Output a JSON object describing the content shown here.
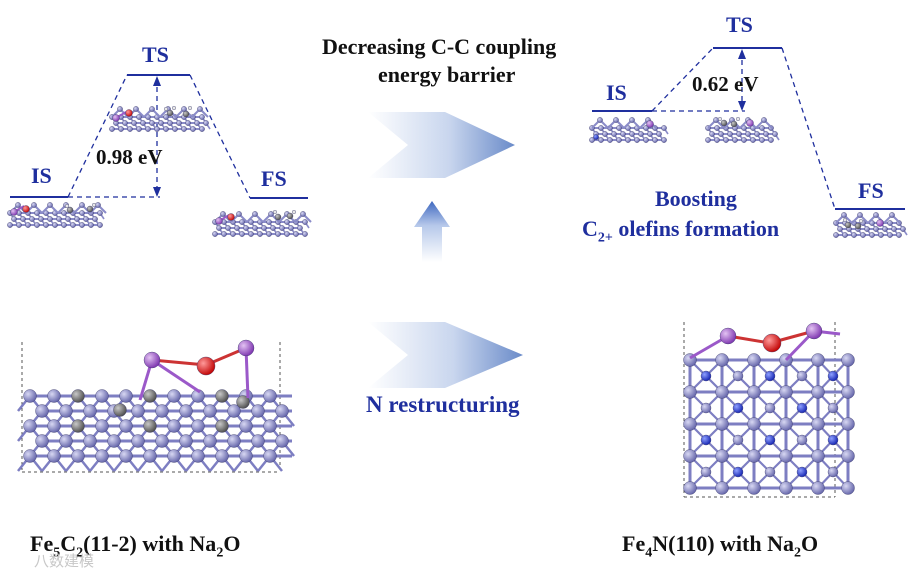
{
  "left_diagram": {
    "is_label": "IS",
    "ts_label": "TS",
    "fs_label": "FS",
    "barrier": "0.98 eV"
  },
  "right_diagram": {
    "is_label": "IS",
    "ts_label": "TS",
    "fs_label": "FS",
    "barrier": "0.62 eV"
  },
  "center": {
    "headline_line1": "Decreasing C-C coupling",
    "headline_line2": "energy barrier",
    "restructuring": "N restructuring",
    "boost_line1": "Boosting",
    "boost_line2_main": "C",
    "boost_line2_sub": "2+",
    "boost_line2_tail": " olefins formation"
  },
  "captions": {
    "left": {
      "a": "Fe",
      "a_sub": "5",
      "b": "C",
      "b_sub": "2",
      "c": "(11-2) with Na",
      "c_sub": "2",
      "d": "O"
    },
    "right": {
      "a": "Fe",
      "a_sub": "4",
      "b": "N(110) with Na",
      "b_sub": "2",
      "c": "O"
    }
  },
  "watermark": "八数建模",
  "colors": {
    "level_blue": "#1f2f9e",
    "arrow_blue": "#4a74c4",
    "fe_atom": "#7d7ec2",
    "na_atom": "#9b59c9",
    "o_atom": "#e01010",
    "c_atom": "#7a7a7a",
    "n_atom": "#1f2fd8"
  }
}
